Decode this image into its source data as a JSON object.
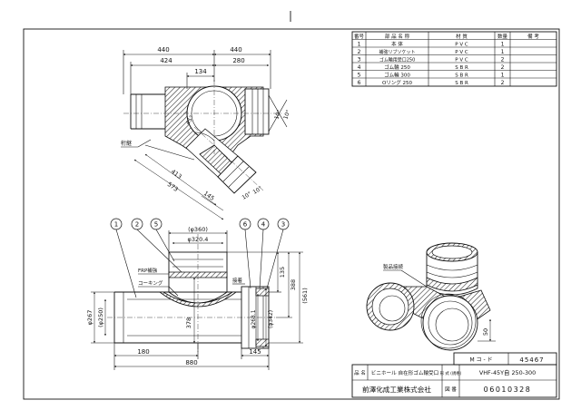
{
  "parts_table": {
    "headers": [
      "番号",
      "部 品 名 称",
      "材 質",
      "数量",
      "備 考"
    ],
    "rows": [
      [
        "1",
        "本 体",
        "P V C",
        "1",
        ""
      ],
      [
        "2",
        "補強リブソケット",
        "P V C",
        "1",
        ""
      ],
      [
        "3",
        "ゴム輪用受口250",
        "P V C",
        "2",
        ""
      ],
      [
        "4",
        "ゴム輪 250",
        "S B R",
        "2",
        ""
      ],
      [
        "5",
        "ゴム輪 300",
        "S B R",
        "1",
        ""
      ],
      [
        "6",
        "Oリング 250",
        "S B R",
        "2",
        ""
      ]
    ]
  },
  "top_view": {
    "dim_440_left": "440",
    "dim_440_right": "440",
    "dim_424": "424",
    "dim_280": "280",
    "dim_134": "134",
    "angle_45": "45°",
    "angle_10_a": "10°",
    "angle_10_b": "10°",
    "angle_10_c": "10°",
    "angle_10_d": "10°",
    "label_sleeve": "桁継",
    "dim_413": "413",
    "dim_573": "573",
    "dim_145": "145"
  },
  "front_view": {
    "balloons": [
      "1",
      "2",
      "5",
      "6",
      "4",
      "3"
    ],
    "dim_360": "(φ360)",
    "dim_320": "φ320.4",
    "label_frp": "FRP補強",
    "label_caulk": "コーキング",
    "label_rubber": "接着",
    "dim_135": "135",
    "dim_388": "388",
    "dim_561": "(561)",
    "dim_267": "φ267",
    "dim_250": "(φ250)",
    "dim_378": "378",
    "dim_268": "φ268.1",
    "dim_342": "(φ342)",
    "dim_180": "180",
    "dim_145": "145",
    "dim_880": "880"
  },
  "iso_view": {
    "label": "製品接続",
    "dim_50": "50"
  },
  "title_block": {
    "code_label": "M コ - ド",
    "code_value": "45467",
    "name_label": "品 名",
    "name_value": "ビニホール 自在形ゴム輪受口",
    "model_label": "形 式 (規格)",
    "model_value": "VHF-45Y自 250-300",
    "company": "前澤化成工業株式会社",
    "doc_label": "図 番",
    "doc_value": "06010328"
  }
}
